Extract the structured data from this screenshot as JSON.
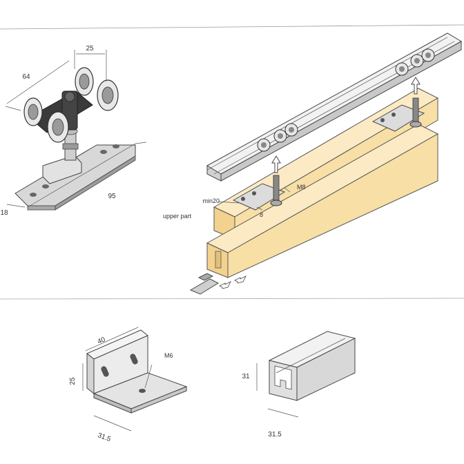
{
  "trolley": {
    "dim_width": "25",
    "dim_depth": "64",
    "dim_plate_length": "95",
    "dim_plate_width": "18"
  },
  "assembly": {
    "label_bolt": "M8",
    "label_gap": "min20",
    "label_offset": "8",
    "label_part": "upper part"
  },
  "bracket": {
    "dim_height": "25",
    "dim_depth": "40",
    "dim_width": "31.5",
    "label_hole": "M6"
  },
  "track": {
    "dim_height": "31",
    "dim_width": "31.5"
  },
  "colors": {
    "wood_light": "#f7dfa6",
    "wood_dark": "#e6c37f",
    "metal": "#cfcfcf",
    "metal_dark": "#7a7a7a",
    "line": "#444444"
  }
}
